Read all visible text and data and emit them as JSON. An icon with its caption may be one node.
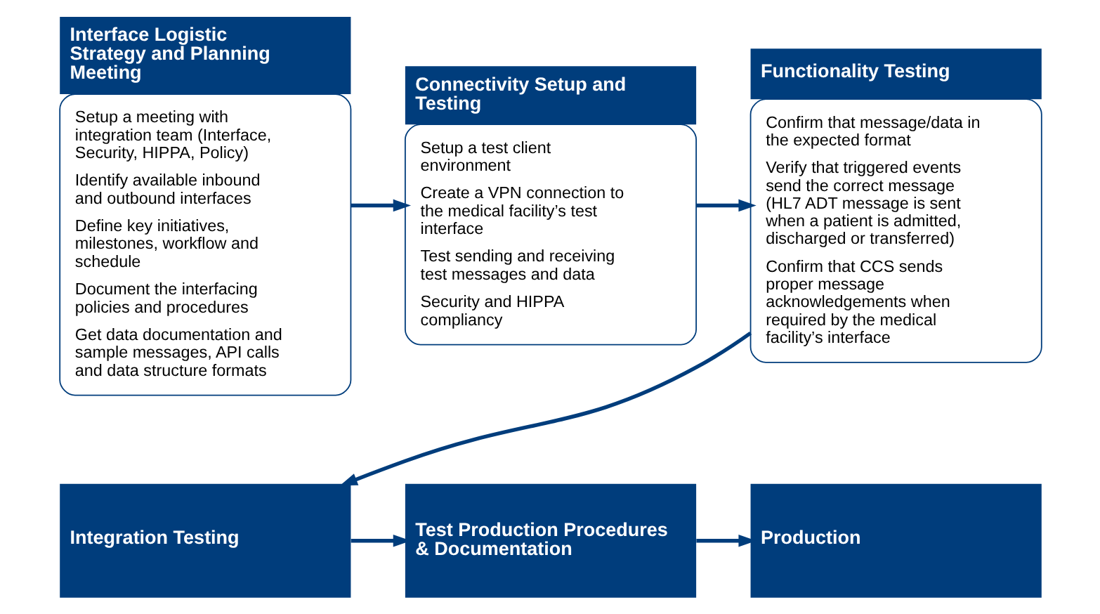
{
  "diagram": {
    "nodes": [
      {
        "text": [
          "Interface Logistic Strategy and Planning Meeting",
          "Setup a meeting with integration team (Interface, Security, HIPPA, Policy)",
          "Identify available inbound and outbound interfaces",
          "Define key initiatives, milestones, workflow and schedule",
          "Document the interfacing policies and procedures",
          "Get data documentation and sample messages, API calls and data structure formats"
        ]
      },
      {
        "text": [
          "Connectivity Setup and Testing",
          "Setup a test client environment",
          "Create a VPN connection to the medical facility’s test interface",
          "Test sending and receiving test messages and data",
          "Security and HIPPA compliancy"
        ]
      },
      {
        "text": [
          "Functionality Testing",
          "Confirm that message/data in the expected format",
          "Verify that triggered events send the correct message (HL7 ADT message is sent when a patient is admitted, discharged or transferred)",
          "Confirm that CCS sends proper message acknowledgements when required by the medical facility’s interface"
        ]
      },
      {
        "text": [
          "Integration Testing"
        ]
      },
      {
        "text": [
          "Test Production Procedures & Documentation"
        ]
      },
      {
        "text": [
          "Production"
        ]
      }
    ],
    "edges": [
      {
        "from": 0,
        "to": 1,
        "arrow": "to"
      },
      {
        "from": 1,
        "to": 2,
        "arrow": "to"
      },
      {
        "from": 2,
        "to": 3,
        "arrow": "to"
      },
      {
        "from": 3,
        "to": 4,
        "arrow": "to"
      },
      {
        "from": 4,
        "to": 5,
        "arrow": "to"
      }
    ]
  }
}
